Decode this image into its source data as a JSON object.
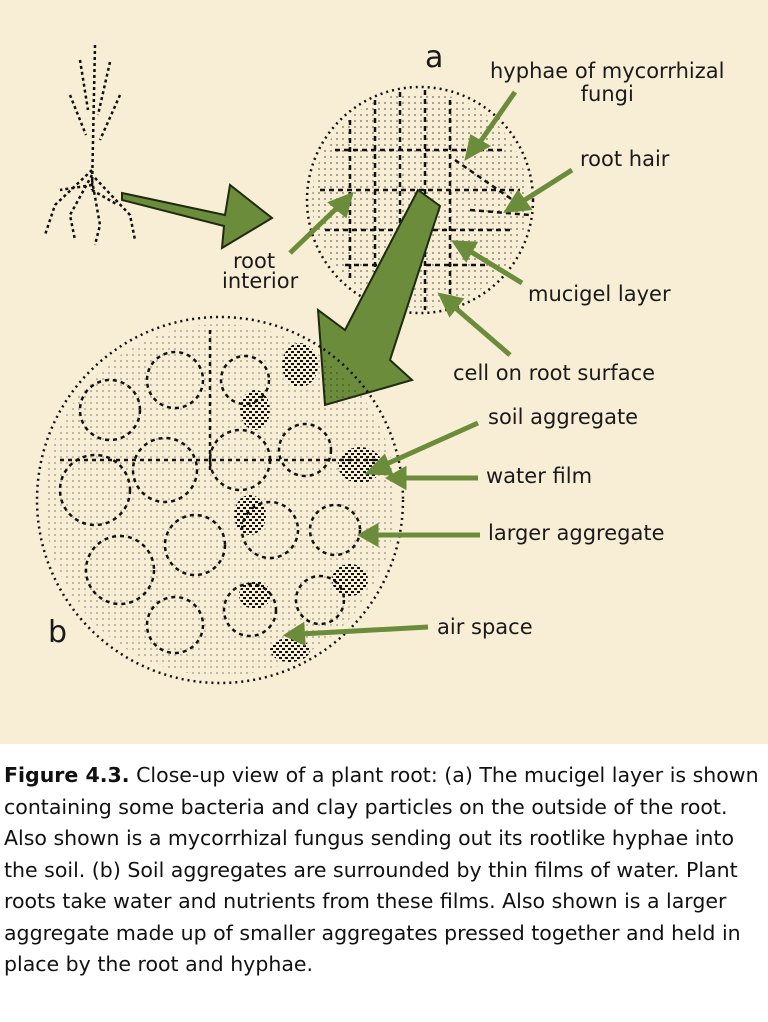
{
  "figure": {
    "letter_a": "a",
    "letter_b": "b",
    "labels": {
      "hyphae": "hyphae of mycorrhizal\nfungi",
      "root_hair": "root hair",
      "root_interior_line1": "root",
      "root_interior_line2": "interior",
      "mucigel": "mucigel layer",
      "cell_surface": "cell on root surface",
      "soil_aggregate": "soil aggregate",
      "water_film": "water film",
      "larger_aggregate": "larger aggregate",
      "air_space": "air space"
    },
    "colors": {
      "background": "#f8eed6",
      "arrow_green": "#6b8c3a",
      "arrow_dark": "#1f2a10",
      "ink": "#111111"
    }
  },
  "caption": {
    "heading": "Figure 4.3.",
    "text": " Close-up view of a plant root: (a) The mucigel layer is shown containing some bacteria and clay particles on the outside of the root. Also shown is a mycorrhizal fungus sending out its rootlike hyphae into the soil. (b) Soil aggregates are surrounded by thin films of water. Plant roots take water and nutrients from these films. Also shown is a larger aggregate made up of smaller aggregates pressed together and held in place by the root and hyphae."
  }
}
